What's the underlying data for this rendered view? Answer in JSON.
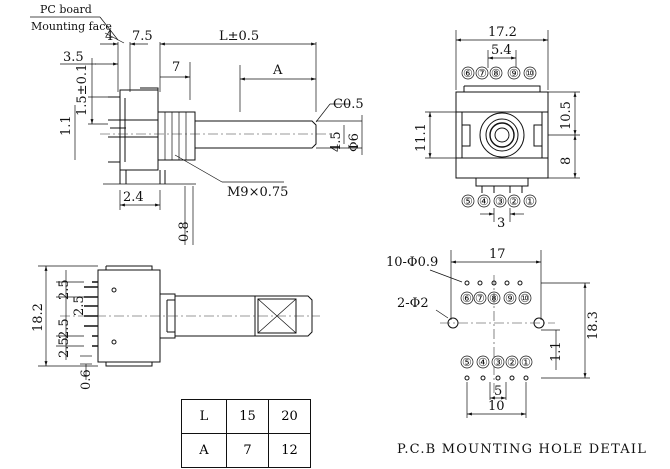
{
  "side_view": {
    "label_pc_board": "PC board",
    "label_mounting_face": "Mounting face",
    "dim_4": "4",
    "dim_7_5": "7.5",
    "dim_L": "L±0.5",
    "dim_3_5": "3.5",
    "dim_7": "7",
    "dim_A": "A",
    "dim_1_5": "1.5±0.1",
    "dim_1_1": "1.1",
    "dim_C0_5": "C0.5",
    "dim_4_5": "4.5",
    "dim_phi6": "Φ6",
    "dim_M9": "M9×0.75",
    "dim_2_4": "2.4",
    "dim_0_8": "0.8"
  },
  "front_view": {
    "dim_17_2": "17.2",
    "dim_5_4": "5.4",
    "dim_10_5": "10.5",
    "dim_11_1": "11.1",
    "dim_8": "8",
    "dim_3": "3",
    "top_pins": [
      "⑥",
      "⑦",
      "⑧",
      "⑨",
      "⑩"
    ],
    "bottom_pins": [
      "⑤",
      "④",
      "③",
      "②",
      "①"
    ]
  },
  "top_view": {
    "dim_18_2": "18.2",
    "dim_2_5_a": "2.5",
    "dim_2_5_b": "2.5",
    "dim_2_5_c": "2.5",
    "dim_2_5_d": "2.5",
    "dim_0_6": "0.6"
  },
  "spec_table": {
    "rows": [
      {
        "label": "L",
        "v1": "15",
        "v2": "20"
      },
      {
        "label": "A",
        "v1": "7",
        "v2": "12"
      }
    ]
  },
  "pcb_detail": {
    "title": "P.C.B MOUNTING HOLE DETAIL",
    "dim_17": "17",
    "dim_10_phi": "10-Φ0.9",
    "dim_2_phi": "2-Φ2",
    "dim_18_3": "18.3",
    "dim_1_1": "1.1",
    "dim_5": "5",
    "dim_10": "10",
    "top_pins": [
      "⑥",
      "⑦",
      "⑧",
      "⑨",
      "⑩"
    ],
    "bottom_pins": [
      "⑤",
      "④",
      "③",
      "②",
      "①"
    ]
  }
}
